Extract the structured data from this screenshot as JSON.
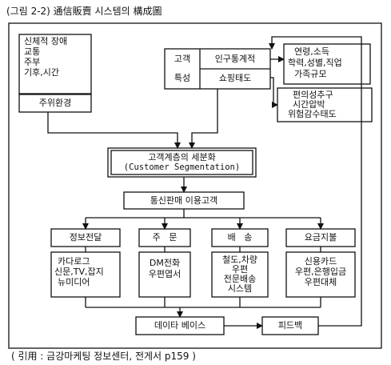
{
  "figure": {
    "title": "(그림 2-2) 通信販賣 시스템의 構成圖",
    "citation": "( 引用 : 금강마케팅 정보센터, 전게서 p159 )"
  },
  "environment": {
    "lines": [
      "신체적 장애",
      "교통",
      "주부",
      "기후,시간"
    ],
    "surroundings": "주위환경"
  },
  "customer": {
    "label_top": "고객",
    "label_bottom": "특성",
    "demographics": "인구통계적",
    "shopping_attitude": "쇼핑태도"
  },
  "demographic_details": [
    "연령,소득",
    "학력,성별,직업",
    "가족규모"
  ],
  "attitude_details": [
    "편의성추구",
    "시간압박",
    "위험감수태도"
  ],
  "segmentation": {
    "line1": "고객계층의 세분화",
    "line2": "(Customer Segmentation)"
  },
  "users": "통신판매 이용고객",
  "functions": {
    "info": "정보전달",
    "order": "주   문",
    "delivery": "배   송",
    "payment": "요금지불"
  },
  "details": {
    "info": [
      "카다로그",
      "신문,TV,잡지",
      "뉴미디어"
    ],
    "order": [
      "DM전화",
      "우편엽서"
    ],
    "delivery": [
      "철도,차량",
      "우편",
      "전문배송",
      "시스템"
    ],
    "payment": [
      "신용카드",
      "우편,은행입금",
      "우편대체"
    ]
  },
  "database": "데이타 베이스",
  "feedback": "피드백"
}
